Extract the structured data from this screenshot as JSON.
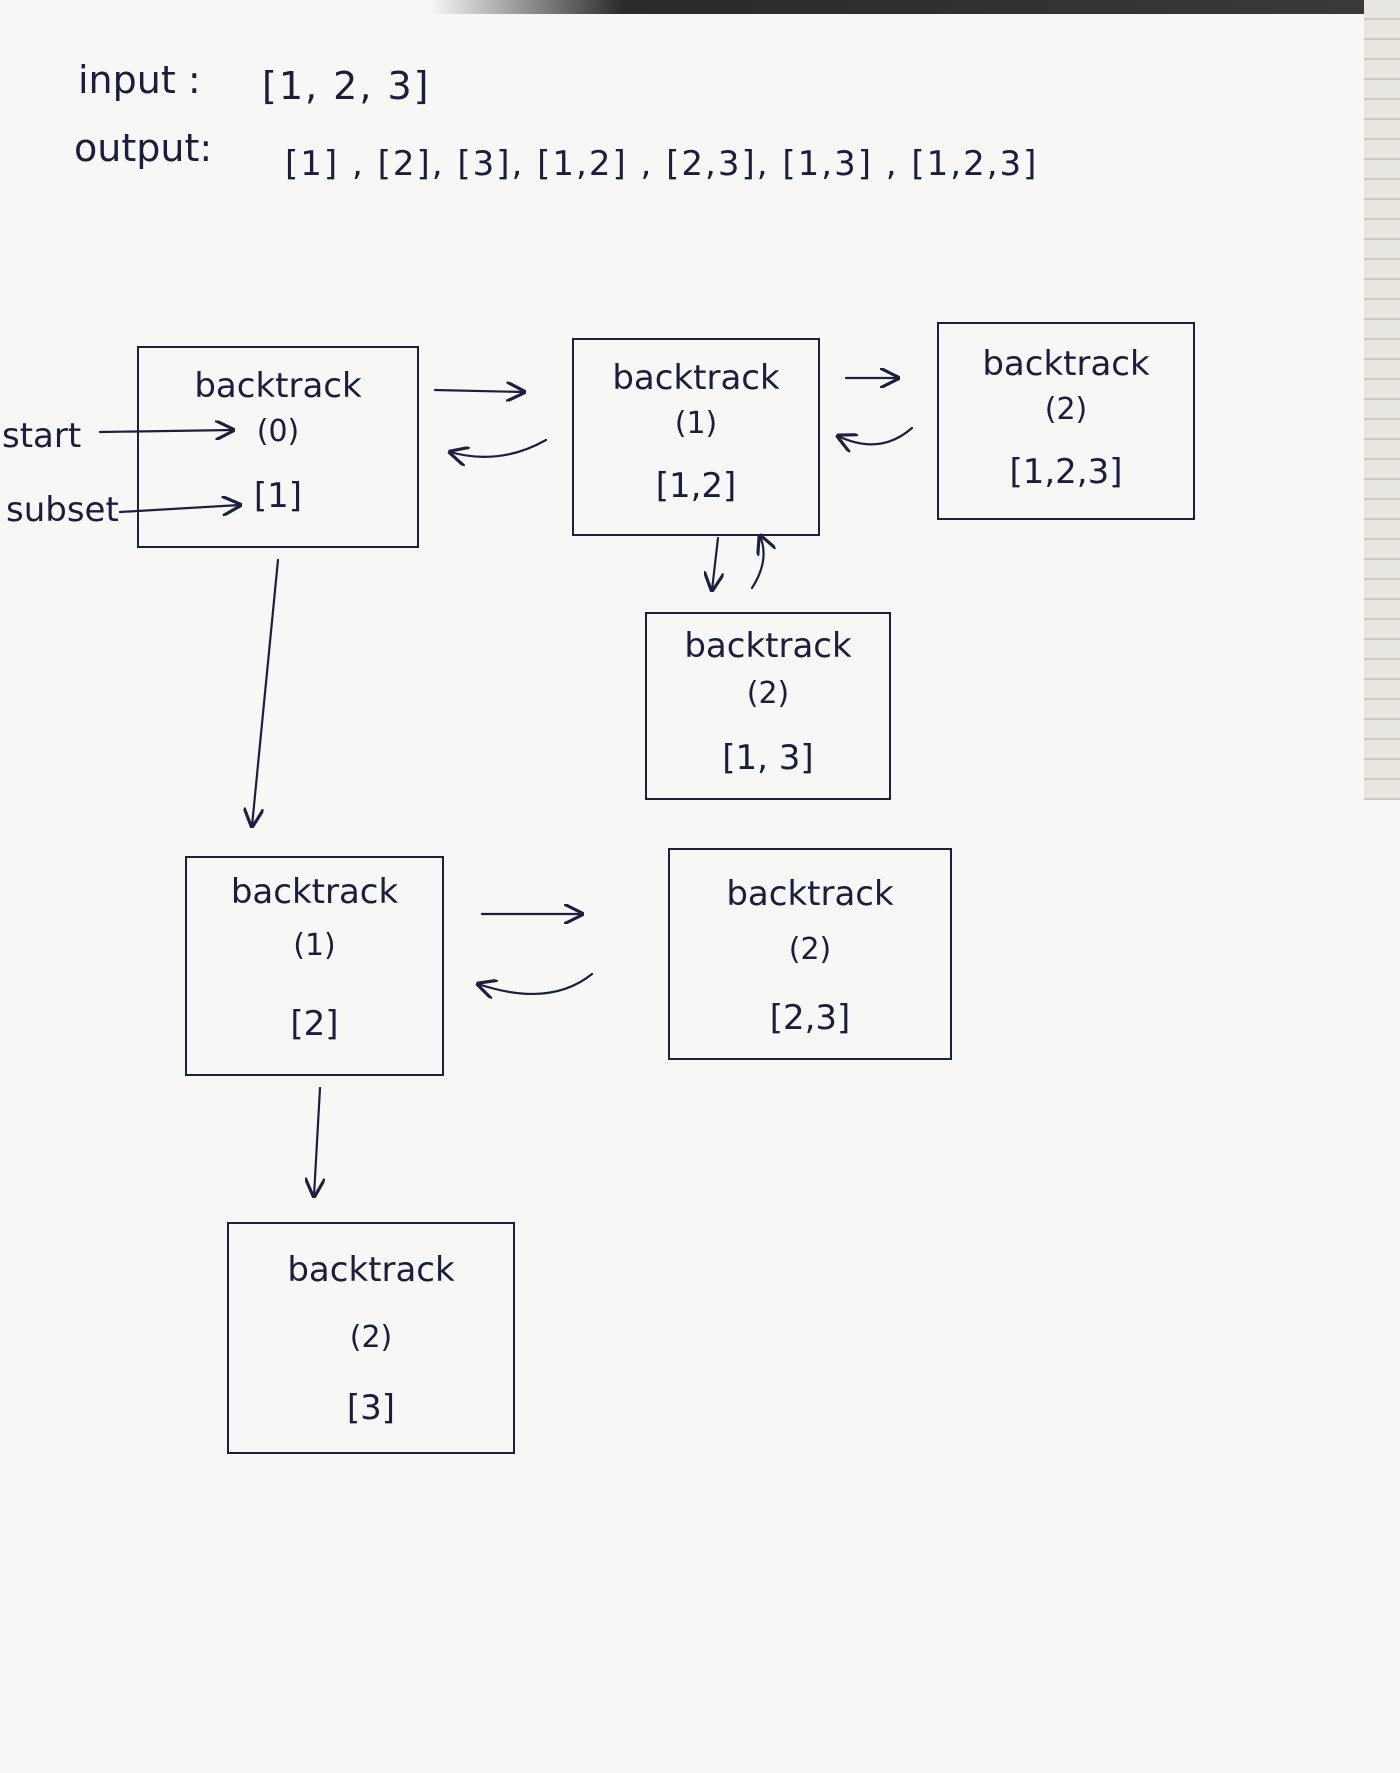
{
  "io": {
    "input_label": "input :",
    "input_value": "[1, 2, 3]",
    "output_label": "output:",
    "output_value": "[1] , [2], [3], [1,2] , [2,3], [1,3] , [1,2,3]"
  },
  "annotations": {
    "start": "start",
    "subset": "subset"
  },
  "nodes": [
    {
      "fn": "backtrack",
      "arg": "(0)",
      "subset": "[1]"
    },
    {
      "fn": "backtrack",
      "arg": "(1)",
      "subset": "[1,2]"
    },
    {
      "fn": "backtrack",
      "arg": "(2)",
      "subset": "[1,2,3]"
    },
    {
      "fn": "backtrack",
      "arg": "(2)",
      "subset": "[1, 3]"
    },
    {
      "fn": "backtrack",
      "arg": "(1)",
      "subset": "[2]"
    },
    {
      "fn": "backtrack",
      "arg": "(2)",
      "subset": "[2,3]"
    },
    {
      "fn": "backtrack",
      "arg": "(2)",
      "subset": "[3]"
    }
  ]
}
